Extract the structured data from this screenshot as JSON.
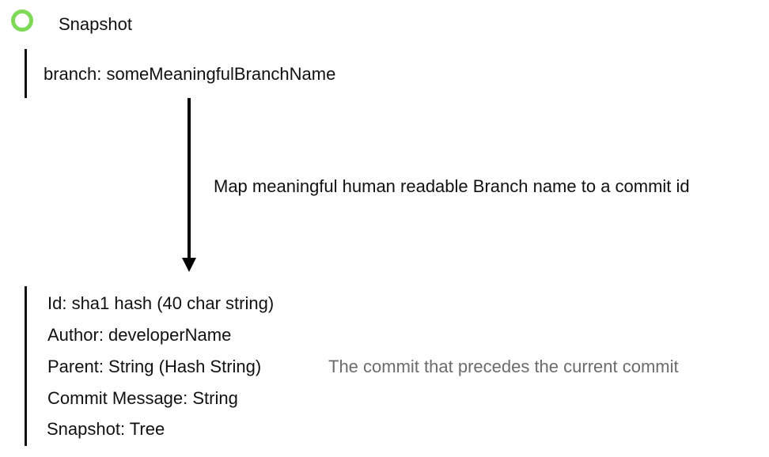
{
  "snapshot_node": {
    "title": "Snapshot",
    "ring_color": "#7ed957"
  },
  "branch": {
    "text": "branch: someMeaningfulBranchName"
  },
  "arrow": {
    "label": "Map meaningful human readable Branch name to a commit id"
  },
  "commit": {
    "fields": [
      "Id: sha1 hash (40 char string)",
      "Author: developerName",
      "Parent: String (Hash String)",
      "Commit Message: String",
      "Snapshot: Tree"
    ],
    "parent_annotation": "The commit that precedes the current commit"
  }
}
